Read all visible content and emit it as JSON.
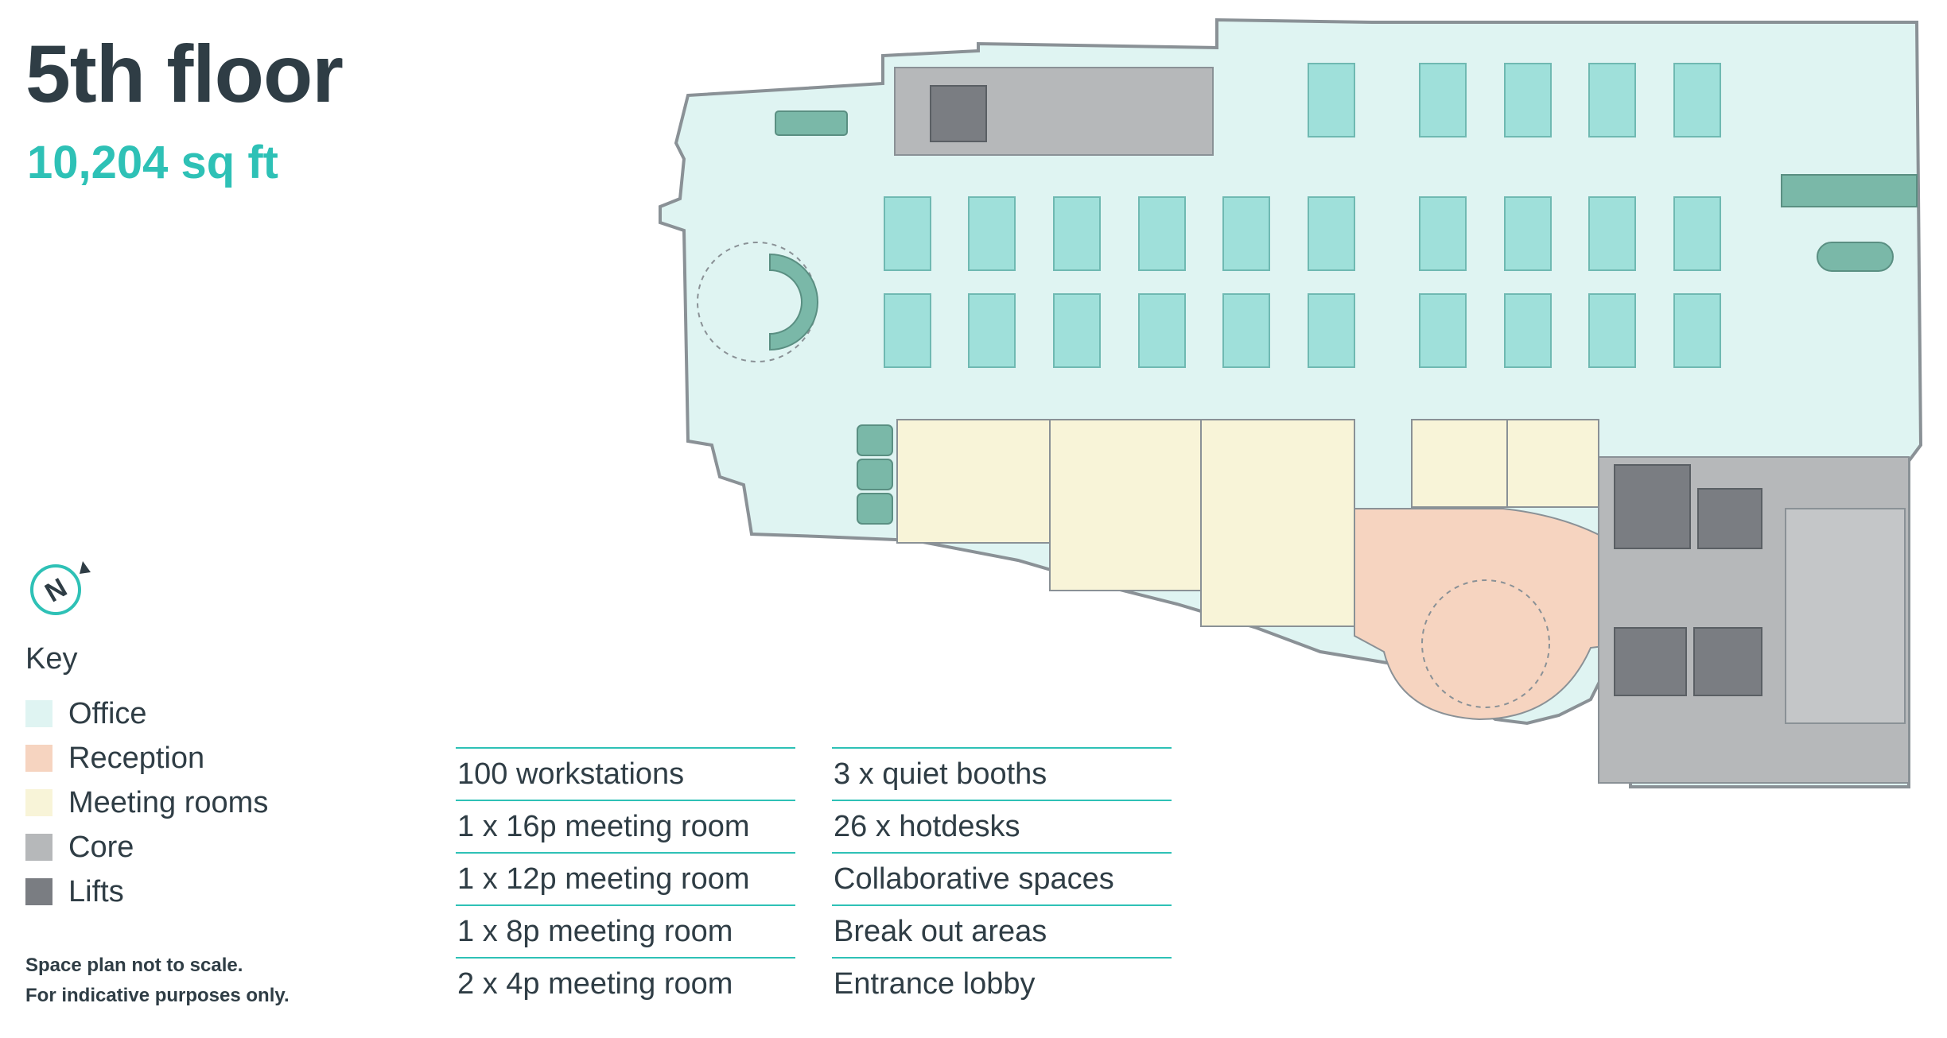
{
  "header": {
    "title": "5th floor",
    "area": "10,204 sq ft"
  },
  "key": {
    "title": "Key",
    "items": [
      {
        "label": "Office",
        "color": "#dff4f2"
      },
      {
        "label": "Reception",
        "color": "#f6d4c0"
      },
      {
        "label": "Meeting rooms",
        "color": "#f8f4d8"
      },
      {
        "label": "Core",
        "color": "#b6b8ba"
      },
      {
        "label": "Lifts",
        "color": "#7a7d82"
      }
    ]
  },
  "disclaimer": {
    "line1": "Space plan not to scale.",
    "line2": "For indicative purposes only."
  },
  "specs_left": [
    "100 workstations",
    "1 x 16p meeting room",
    "1 x 12p meeting room",
    "1 x 8p meeting room",
    "2 x 4p meeting room"
  ],
  "specs_right": [
    "3 x quiet booths",
    "26 x hotdesks",
    "Collaborative spaces",
    "Break out areas",
    "Entrance lobby"
  ],
  "colors": {
    "accent": "#2ec1b6",
    "text": "#2f3d45",
    "desk": "#9fe0da",
    "wall": "#8a9196"
  },
  "icons": {
    "north_arrow": "north-compass-icon"
  }
}
